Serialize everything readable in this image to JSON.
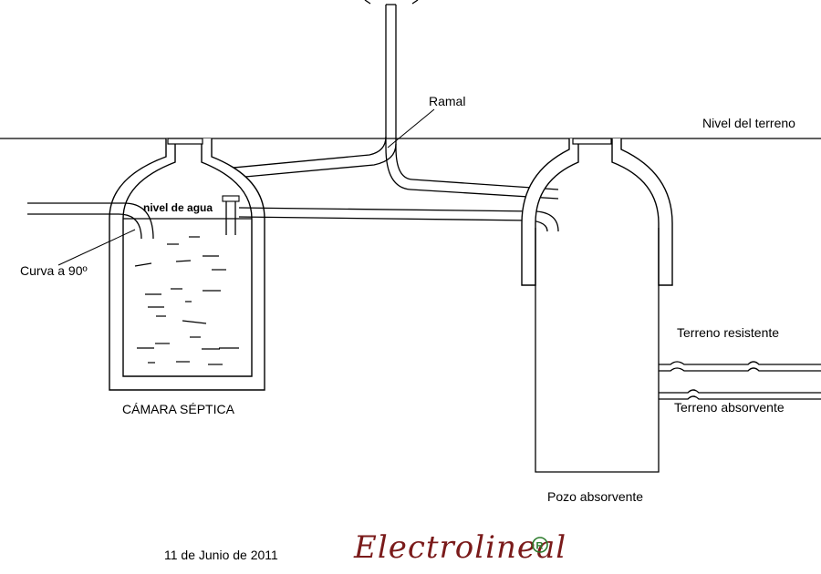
{
  "labels": {
    "ramal": "Ramal",
    "nivel_terreno": "Nivel del terreno",
    "nivel_agua": "nivel de agua",
    "curva": "Curva a 90º",
    "camara": "CÁMARA SÉPTICA",
    "terreno_resistente": "Terreno resistente",
    "terreno_absorvente": "Terreno absorvente",
    "pozo": "Pozo absorvente"
  },
  "footer": {
    "date": "11 de Junio de 2011",
    "brand": "Electrolineal",
    "registered": "R"
  },
  "colors": {
    "line": "#000000",
    "brand": "#7a1a1a",
    "background": "#ffffff"
  }
}
